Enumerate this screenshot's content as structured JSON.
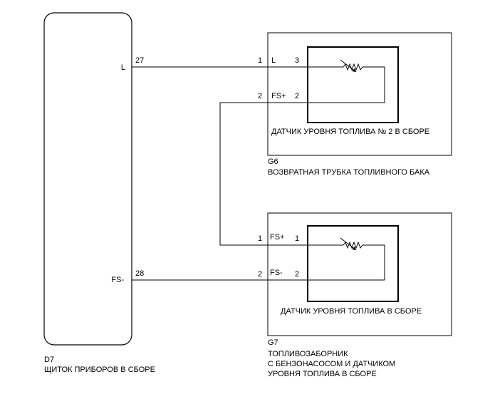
{
  "instrument_cluster": {
    "connector": "D7",
    "name": "ЩИТОК ПРИБОРОВ В СБОРЕ",
    "pin_l_label": "L",
    "pin_l_number": "27",
    "pin_fsminus_label": "FS-",
    "pin_fsminus_number": "28"
  },
  "g6": {
    "connector": "G6",
    "name": "ВОЗВРАТНАЯ ТРУБКА ТОПЛИВНОГО БАКА",
    "pin1_number": "1",
    "pin1_label": "L",
    "pin2_number": "2",
    "pin2_label": "FS+",
    "sender_name": "ДАТЧИК УРОВНЯ ТОПЛИВА № 2 В СБОРЕ",
    "sender_pin_a": "3",
    "sender_pin_b": "2"
  },
  "g7": {
    "connector": "G7",
    "name_line1": "ТОПЛИВОЗАБОРНИК",
    "name_line2": "С БЕНЗОНАСОСОМ И ДАТЧИКОМ",
    "name_line3": "УРОВНЯ ТОПЛИВА В СБОРЕ",
    "pin1_number": "1",
    "pin1_label": "FS+",
    "pin2_number": "2",
    "pin2_label": "FS-",
    "sender_name": "ДАТЧИК УРОВНЯ ТОПЛИВА В СБОРЕ",
    "sender_pin_a": "1",
    "sender_pin_b": "2"
  }
}
